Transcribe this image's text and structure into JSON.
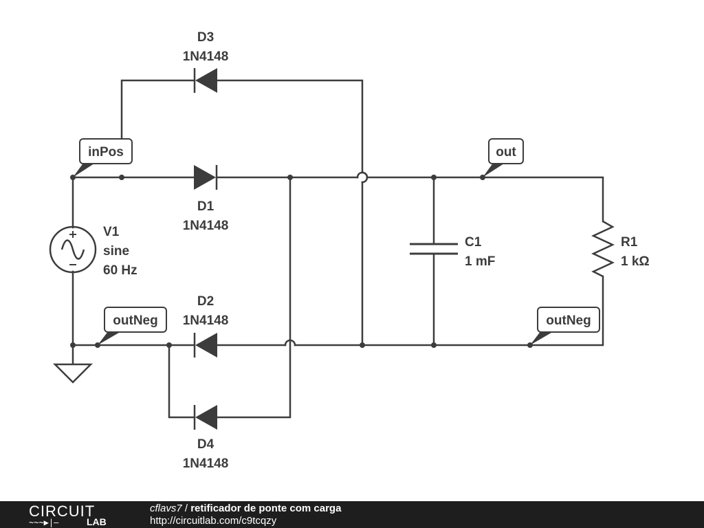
{
  "components": {
    "d3": {
      "ref": "D3",
      "part": "1N4148"
    },
    "d1": {
      "ref": "D1",
      "part": "1N4148"
    },
    "d2": {
      "ref": "D2",
      "part": "1N4148"
    },
    "d4": {
      "ref": "D4",
      "part": "1N4148"
    },
    "v1": {
      "ref": "V1",
      "kind": "sine",
      "freq": "60 Hz"
    },
    "c1": {
      "ref": "C1",
      "value": "1 mF"
    },
    "r1": {
      "ref": "R1",
      "value": "1 kΩ"
    }
  },
  "net_labels": {
    "in_pos": "inPos",
    "out": "out",
    "out_neg_left": "outNeg",
    "out_neg_right": "outNeg"
  },
  "footer": {
    "logo_top": "CIRCUIT",
    "logo_bottom": "LAB",
    "user": "cflavs7",
    "separator": " / ",
    "project": "retificador de ponte com carga",
    "url": "http://circuitlab.com/c9tcqzy"
  },
  "colors": {
    "ink": "#3c3c3c",
    "footer_bg": "#1e1e1e",
    "background": "#ffffff"
  }
}
